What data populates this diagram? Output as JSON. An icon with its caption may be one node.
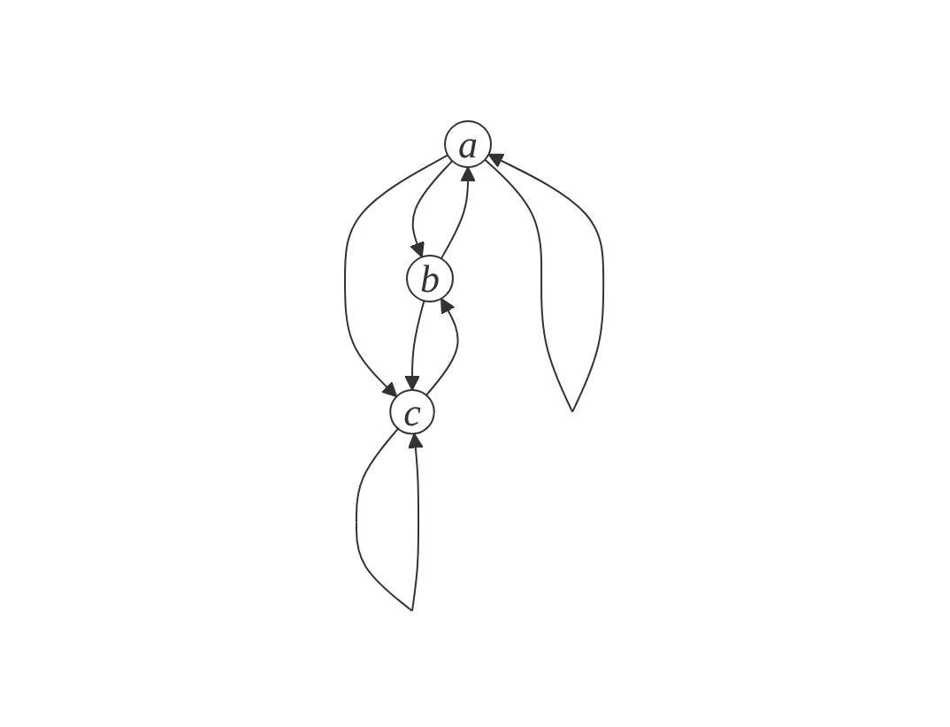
{
  "diagram": {
    "nodes": [
      {
        "text": [
          "a"
        ]
      },
      {
        "text": [
          "b"
        ]
      },
      {
        "text": [
          "c"
        ]
      }
    ],
    "edges": [
      {
        "from": 0,
        "to": 0,
        "arrow": "to"
      },
      {
        "from": 0,
        "to": 1,
        "arrow": "to"
      },
      {
        "from": 1,
        "to": 0,
        "arrow": "to"
      },
      {
        "from": 0,
        "to": 2,
        "arrow": "to"
      },
      {
        "from": 1,
        "to": 2,
        "arrow": "to"
      },
      {
        "from": 2,
        "to": 1,
        "arrow": "to"
      },
      {
        "from": 2,
        "to": 2,
        "arrow": "to"
      }
    ]
  }
}
